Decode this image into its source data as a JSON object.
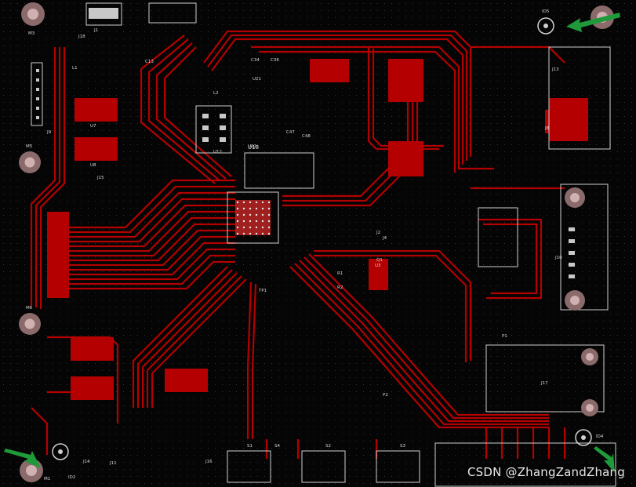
{
  "watermark": "CSDN @ZhangZandZhang",
  "colors": {
    "board": "#050505",
    "copper": "#b40000",
    "copper_bright": "#e01010",
    "pad": "#c8c8c8",
    "silk": "#d8d8d8",
    "arrow": "#1f9a3a",
    "drill": "#8a6a6a"
  },
  "icons": [
    "mounting-hole-icon",
    "pointer-arrow-icon",
    "ic-chip-icon",
    "connector-icon"
  ],
  "holes": [
    {
      "label": "M3",
      "ref": "h-m3"
    },
    {
      "label": "M5",
      "ref": "h-m5"
    },
    {
      "label": "M6",
      "ref": "h-m6"
    },
    {
      "label": "M1",
      "ref": "h-m1"
    },
    {
      "label": "ID5",
      "ref": "h-id5"
    },
    {
      "label": "ID2",
      "ref": "h-id2"
    },
    {
      "label": "ID4",
      "ref": "h-id4"
    }
  ],
  "designators": [
    "J9",
    "J18",
    "J1",
    "U12",
    "C13",
    "U18",
    "U21",
    "C34",
    "C36",
    "J13",
    "J8",
    "U22",
    "C47",
    "C48",
    "U3",
    "J4",
    "J2",
    "J10",
    "J17",
    "J11",
    "J14",
    "J16",
    "J15",
    "U7",
    "U8",
    "S1",
    "S2",
    "S3",
    "S4",
    "P1",
    "P2",
    "R1",
    "R2",
    "Q1",
    "L1",
    "L2",
    "TP1"
  ]
}
